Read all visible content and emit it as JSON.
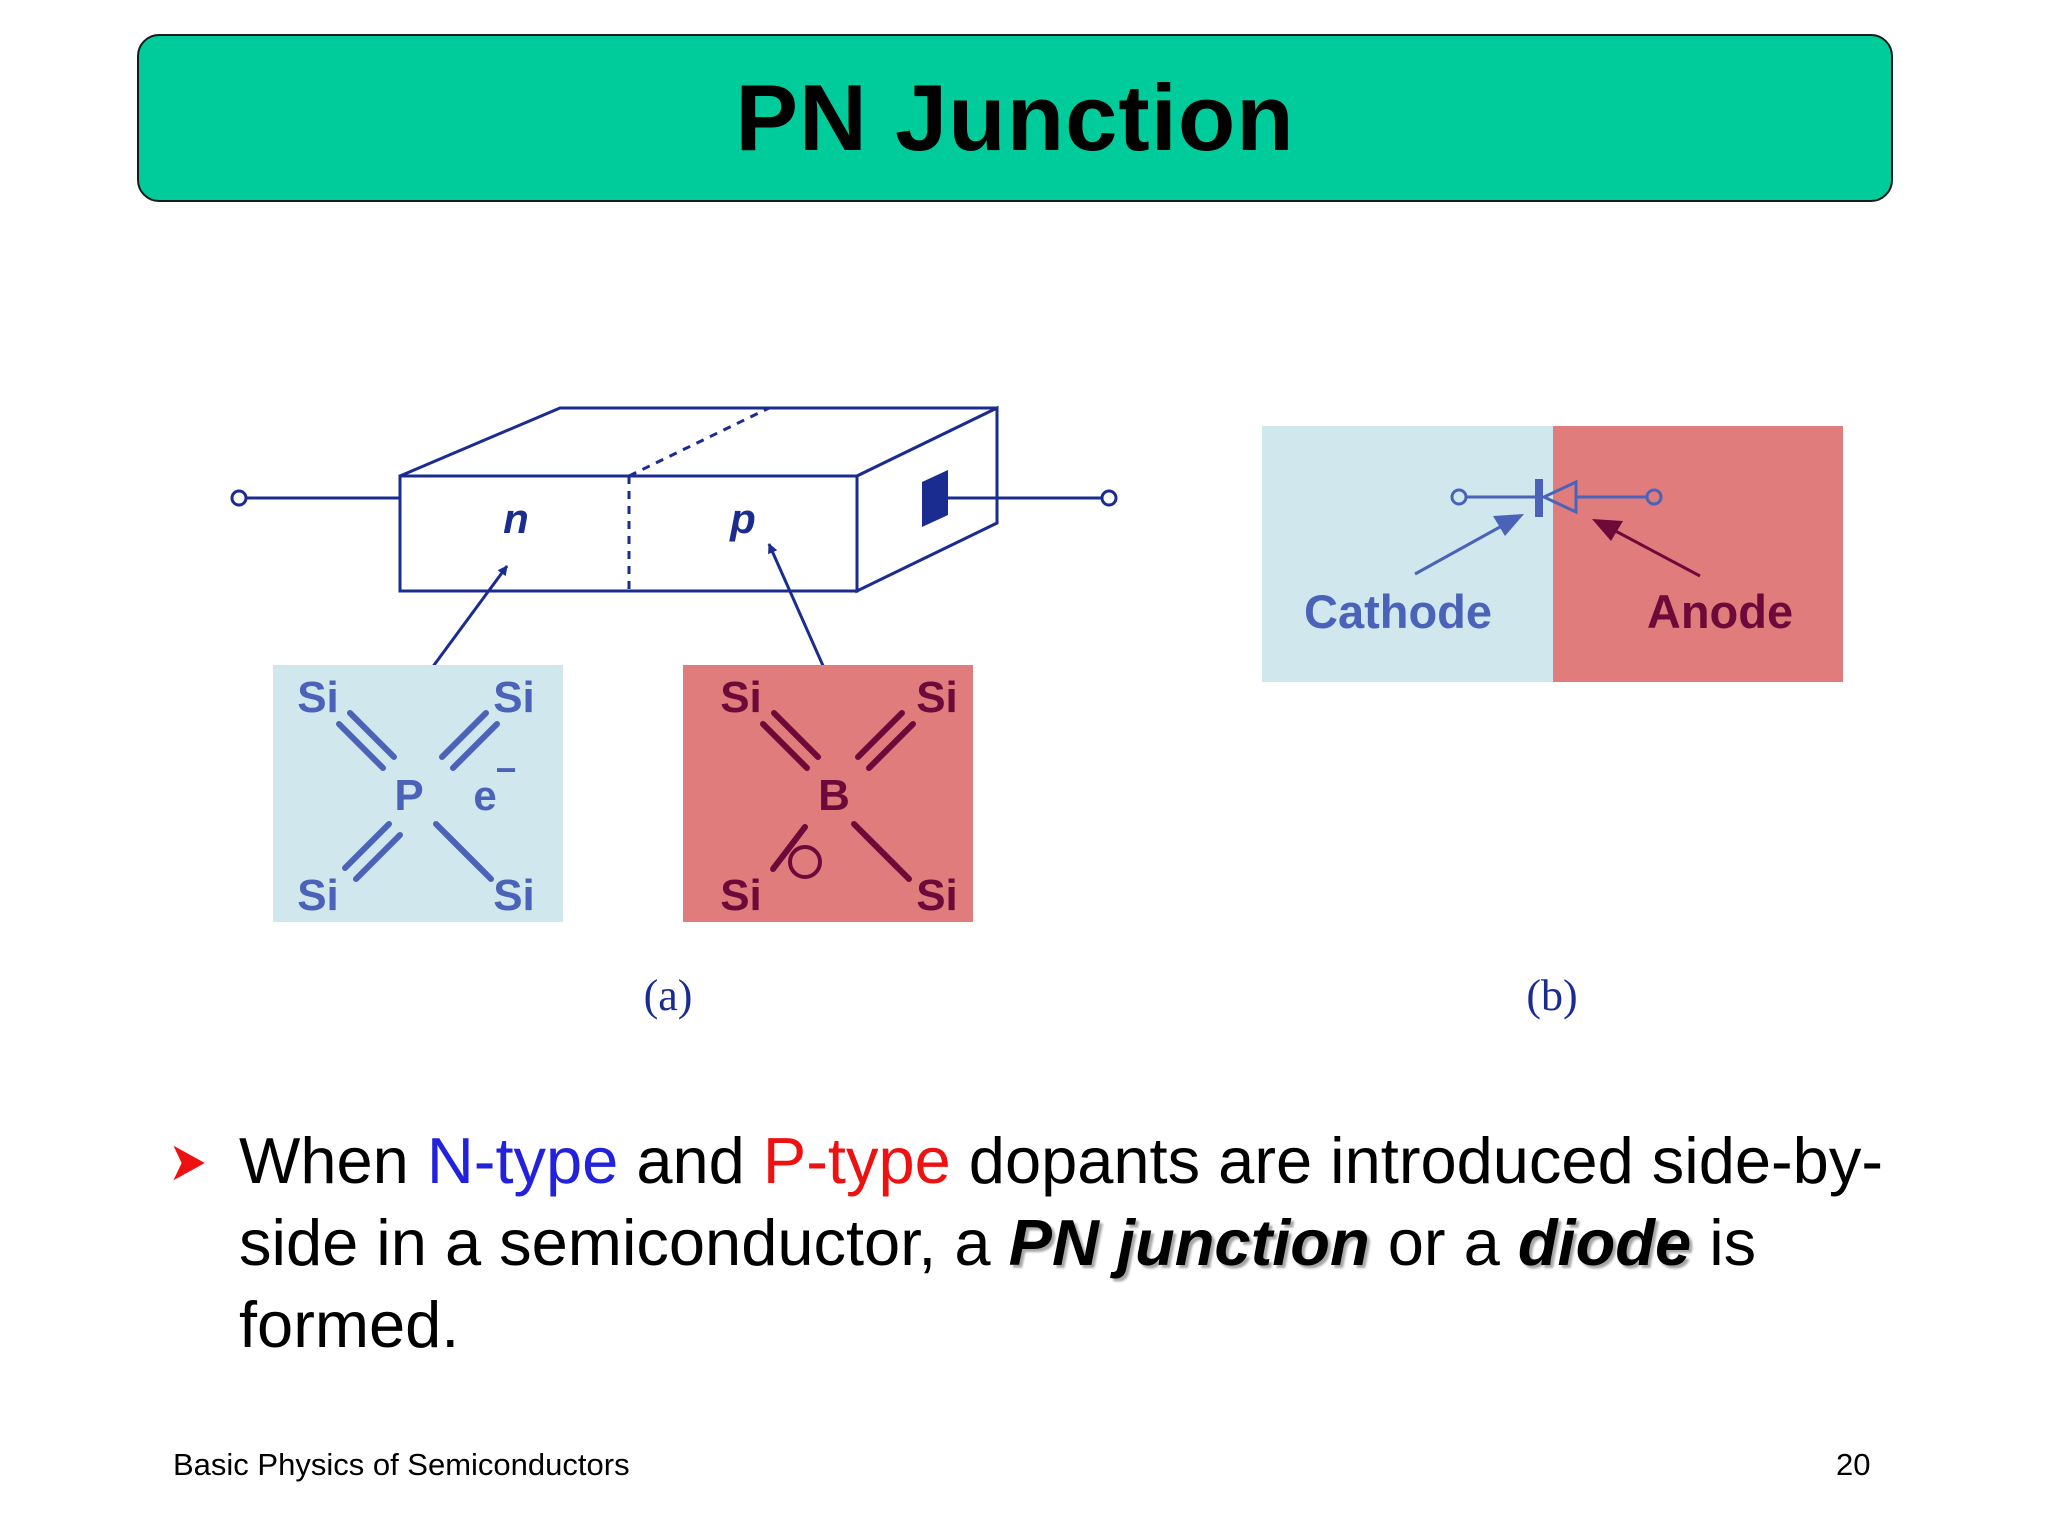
{
  "slide": {
    "title": "PN Junction",
    "footer_left": "Basic Physics of Semiconductors",
    "page_number": "20"
  },
  "figure_a": {
    "caption": "(a)",
    "n_label": "n",
    "p_label": "p",
    "n_lattice": {
      "atoms": [
        "Si",
        "Si",
        "Si",
        "Si"
      ],
      "center": "P",
      "electron": "e",
      "electron_charge": "−"
    },
    "p_lattice": {
      "atoms": [
        "Si",
        "Si",
        "Si",
        "Si"
      ],
      "center": "B"
    }
  },
  "figure_b": {
    "caption": "(b)",
    "cathode_label": "Cathode",
    "anode_label": "Anode"
  },
  "bullet": {
    "t1": "When ",
    "t2": "N-type",
    "t3": " and ",
    "t4": "P-type",
    "t5": " dopants are introduced side-by-side in a semiconductor, a ",
    "t6": "PN junction",
    "t7": " or a ",
    "t8": "diode",
    "t9": " is formed."
  },
  "colors": {
    "title_bar": "#00cc9b",
    "n_region": "#d0e7ee",
    "p_region": "#e07c7c",
    "n_text": "#4a63b8",
    "p_text": "#6e0a3a",
    "diagram_line": "#1a2c8f"
  }
}
